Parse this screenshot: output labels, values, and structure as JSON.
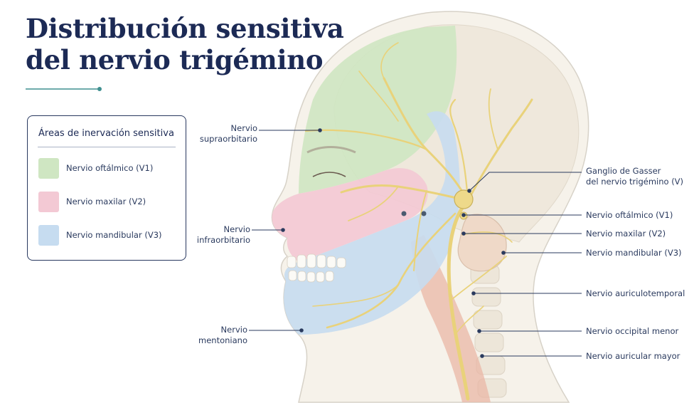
{
  "title": {
    "line1": "Distribución sensitiva",
    "line2": "del nervio trigémino"
  },
  "colors": {
    "title": "#1c2a55",
    "accent": "#3f8f8f",
    "v1": "#cfe6c2",
    "v2": "#f3c9d4",
    "v3": "#c6dcf0",
    "nerve": "#e9d27a",
    "leader": "#2a3a5e"
  },
  "legend": {
    "title": "Áreas de inervación sensitiva",
    "items": [
      {
        "label": "Nervio oftálmico (V1)",
        "color": "#cfe6c2"
      },
      {
        "label": "Nervio maxilar (V2)",
        "color": "#f3c9d4"
      },
      {
        "label": "Nervio mandibular (V3)",
        "color": "#c6dcf0"
      }
    ]
  },
  "labels": {
    "supraorbital": {
      "line1": "Nervio",
      "line2": "supraorbitario"
    },
    "infraorbital": {
      "line1": "Nervio",
      "line2": "infraorbitario"
    },
    "mental": {
      "line1": "Nervio",
      "line2": "mentoniano"
    },
    "gasser": {
      "line1": "Ganglio de Gasser",
      "line2": "del nervio trigémino (V)"
    },
    "ophthalmic": "Nervio oftálmico (V1)",
    "maxillary": "Nervio maxilar (V2)",
    "mandibular": "Nervio mandibular (V3)",
    "auriculotemporal": "Nervio auriculotemporal",
    "lesser_occipital": "Nervio occipital menor",
    "great_auricular": "Nervio auricular mayor"
  }
}
